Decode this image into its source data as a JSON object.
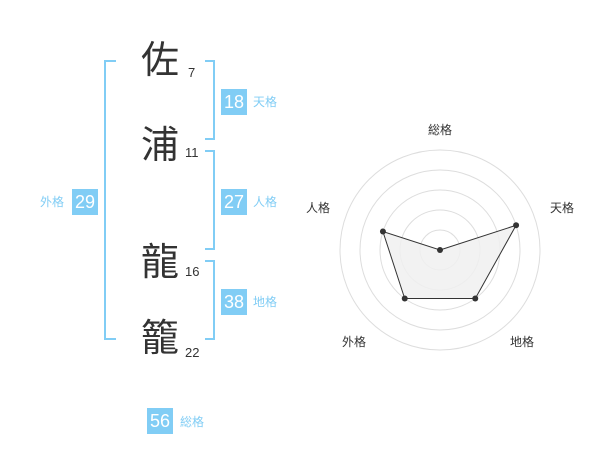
{
  "name": {
    "chars": [
      {
        "char": "佐",
        "strokes": "7"
      },
      {
        "char": "浦",
        "strokes": "11"
      },
      {
        "char": "龍",
        "strokes": "16"
      },
      {
        "char": "籠",
        "strokes": "22"
      }
    ]
  },
  "fortune": {
    "tenkaku": {
      "label": "天格",
      "value": "18"
    },
    "jinkaku": {
      "label": "人格",
      "value": "27"
    },
    "chikaku": {
      "label": "地格",
      "value": "38"
    },
    "gaikaku": {
      "label": "外格",
      "value": "29"
    },
    "soukaku": {
      "label": "総格",
      "value": "56"
    }
  },
  "radar": {
    "axes": [
      "総格",
      "天格",
      "地格",
      "外格",
      "人格"
    ],
    "scores": [
      0,
      4,
      3,
      3,
      3
    ],
    "max": 5,
    "colors": {
      "grid": "#dddddd",
      "fill": "#f0f0f0",
      "outline": "#333333",
      "point": "#333333",
      "center": "#bbbbbb"
    }
  }
}
